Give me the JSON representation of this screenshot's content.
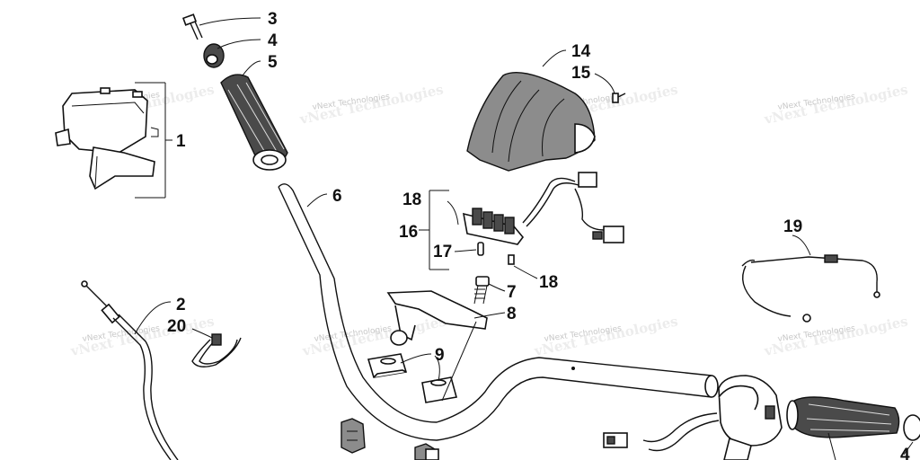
{
  "diagram": {
    "watermark_text": "vNext Technologies",
    "callouts": [
      {
        "id": "c3",
        "text": "3"
      },
      {
        "id": "c4",
        "text": "4"
      },
      {
        "id": "c5",
        "text": "5"
      },
      {
        "id": "c1",
        "text": "1"
      },
      {
        "id": "c14",
        "text": "14"
      },
      {
        "id": "c15",
        "text": "15"
      },
      {
        "id": "c6",
        "text": "6"
      },
      {
        "id": "c18a",
        "text": "18"
      },
      {
        "id": "c16",
        "text": "16"
      },
      {
        "id": "c17",
        "text": "17"
      },
      {
        "id": "c18b",
        "text": "18"
      },
      {
        "id": "c7",
        "text": "7"
      },
      {
        "id": "c8",
        "text": "8"
      },
      {
        "id": "c9",
        "text": "9"
      },
      {
        "id": "c2",
        "text": "2"
      },
      {
        "id": "c20",
        "text": "20"
      },
      {
        "id": "c19",
        "text": "19"
      },
      {
        "id": "c4b",
        "text": "4"
      }
    ]
  }
}
